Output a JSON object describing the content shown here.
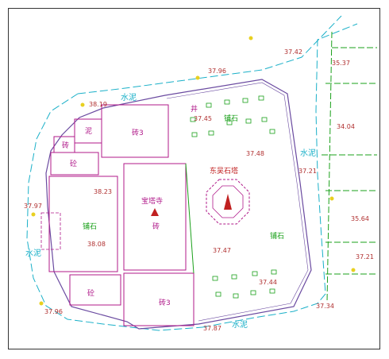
{
  "colors": {
    "elevation": "#b03030",
    "water_line": "#1ab0c8",
    "vegetation": "#1aa01a",
    "building": "#b01a8a",
    "boundary": "#6a4aa0",
    "marker": "#e8d020"
  },
  "labels": {
    "cement_top": "水泥",
    "cement_left": "水泥",
    "cement_right": "水泥",
    "cement_bottom": "水泥",
    "paving_left": "铺石",
    "paving_top": "铺石",
    "paving_center": "铺石",
    "mud": "泥",
    "brick_small": "砖",
    "brick_3_top": "砖3",
    "brick_3_bottom": "砖3",
    "brick_mid": "砖",
    "temple_name": "宝塔寺",
    "concrete_top": "砼",
    "concrete_bottom": "砼",
    "pagoda_name": "东吴石塔",
    "well_symbol": "井"
  },
  "elevations": [
    "37.42",
    "37.96",
    "35.37",
    "38.19",
    "37.45",
    "34.04",
    "37.48",
    "37.21",
    "38.23",
    "37.97",
    "38.08",
    "35.64",
    "37.47",
    "37.21",
    "37.44",
    "37.34",
    "37.96",
    "37.87"
  ]
}
